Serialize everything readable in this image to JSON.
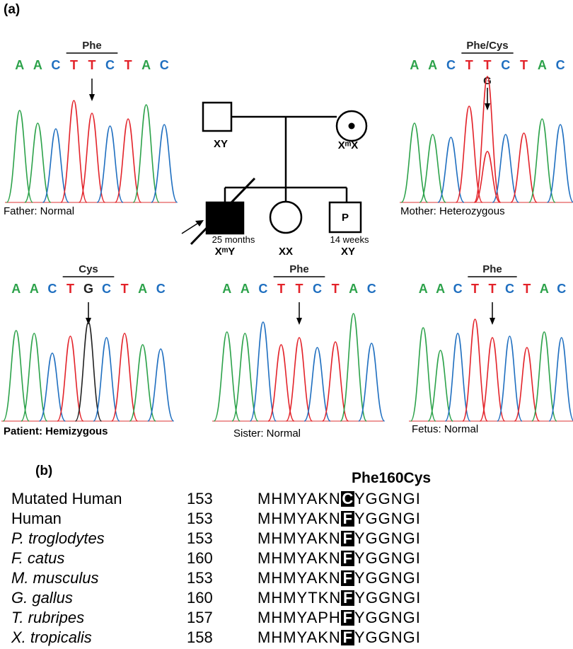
{
  "panel_a": {
    "label": "(a)",
    "chromatograms": [
      {
        "id": "father",
        "residue": "Phe",
        "bases": [
          "A",
          "A",
          "C",
          "T",
          "T",
          "C",
          "T",
          "A",
          "C"
        ],
        "extra_base": "",
        "caption": "Father: Normal",
        "caption_bold": false
      },
      {
        "id": "mother",
        "residue": "Phe/Cys",
        "bases": [
          "A",
          "A",
          "C",
          "T",
          "T",
          "C",
          "T",
          "A",
          "C"
        ],
        "extra_base": "G",
        "caption": "Mother: Heterozygous",
        "caption_bold": false
      },
      {
        "id": "patient",
        "residue": "Cys",
        "bases": [
          "A",
          "A",
          "C",
          "T",
          "G",
          "C",
          "T",
          "A",
          "C"
        ],
        "extra_base": "",
        "caption": "Patient: Hemizygous",
        "caption_bold": true
      },
      {
        "id": "sister",
        "residue": "Phe",
        "bases": [
          "A",
          "A",
          "C",
          "T",
          "T",
          "C",
          "T",
          "A",
          "C"
        ],
        "extra_base": "",
        "caption": "Sister: Normal",
        "caption_bold": false
      },
      {
        "id": "fetus",
        "residue": "Phe",
        "bases": [
          "A",
          "A",
          "C",
          "T",
          "T",
          "C",
          "T",
          "A",
          "C"
        ],
        "extra_base": "",
        "caption": "Fetus: Normal",
        "caption_bold": false
      }
    ],
    "pedigree": {
      "father_genotype": "XY",
      "mother_genotype": "XᵐX",
      "patient_age": "25 months",
      "patient_genotype": "XᵐY",
      "sister_genotype": "XX",
      "fetus_symbol": "P",
      "fetus_age": "14 weeks",
      "fetus_genotype": "XY"
    },
    "base_colors": {
      "A": "#2ca24a",
      "C": "#1f6fc0",
      "T": "#e3232a",
      "G": "#222222"
    }
  },
  "panel_b": {
    "label": "(b)",
    "title": "Phe160Cys",
    "rows": [
      {
        "species": "Mutated Human",
        "italic": false,
        "position": "153",
        "pre": "MHMYAKN",
        "aa": "C",
        "post": "YGGNGI"
      },
      {
        "species": "Human",
        "italic": false,
        "position": "153",
        "pre": "MHMYAKN",
        "aa": "F",
        "post": "YGGNGI"
      },
      {
        "species": "P. troglodytes",
        "italic": true,
        "position": "153",
        "pre": "MHMYAKN",
        "aa": "F",
        "post": "YGGNGI"
      },
      {
        "species": "F. catus",
        "italic": true,
        "position": "160",
        "pre": "MHMYAKN",
        "aa": "F",
        "post": "YGGNGI"
      },
      {
        "species": "M. musculus",
        "italic": true,
        "position": "153",
        "pre": "MHMYAKN",
        "aa": "F",
        "post": "YGGNGI"
      },
      {
        "species": "G. gallus",
        "italic": true,
        "position": "160",
        "pre": "MHMYTKN",
        "aa": "F",
        "post": "YGGNGI"
      },
      {
        "species": "T. rubripes",
        "italic": true,
        "position": "157",
        "pre": "MHMYAPH",
        "aa": "F",
        "post": "YGGNGI"
      },
      {
        "species": "X. tropicalis",
        "italic": true,
        "position": "158",
        "pre": "MHMYAKN",
        "aa": "F",
        "post": "YGGNGI"
      }
    ]
  }
}
